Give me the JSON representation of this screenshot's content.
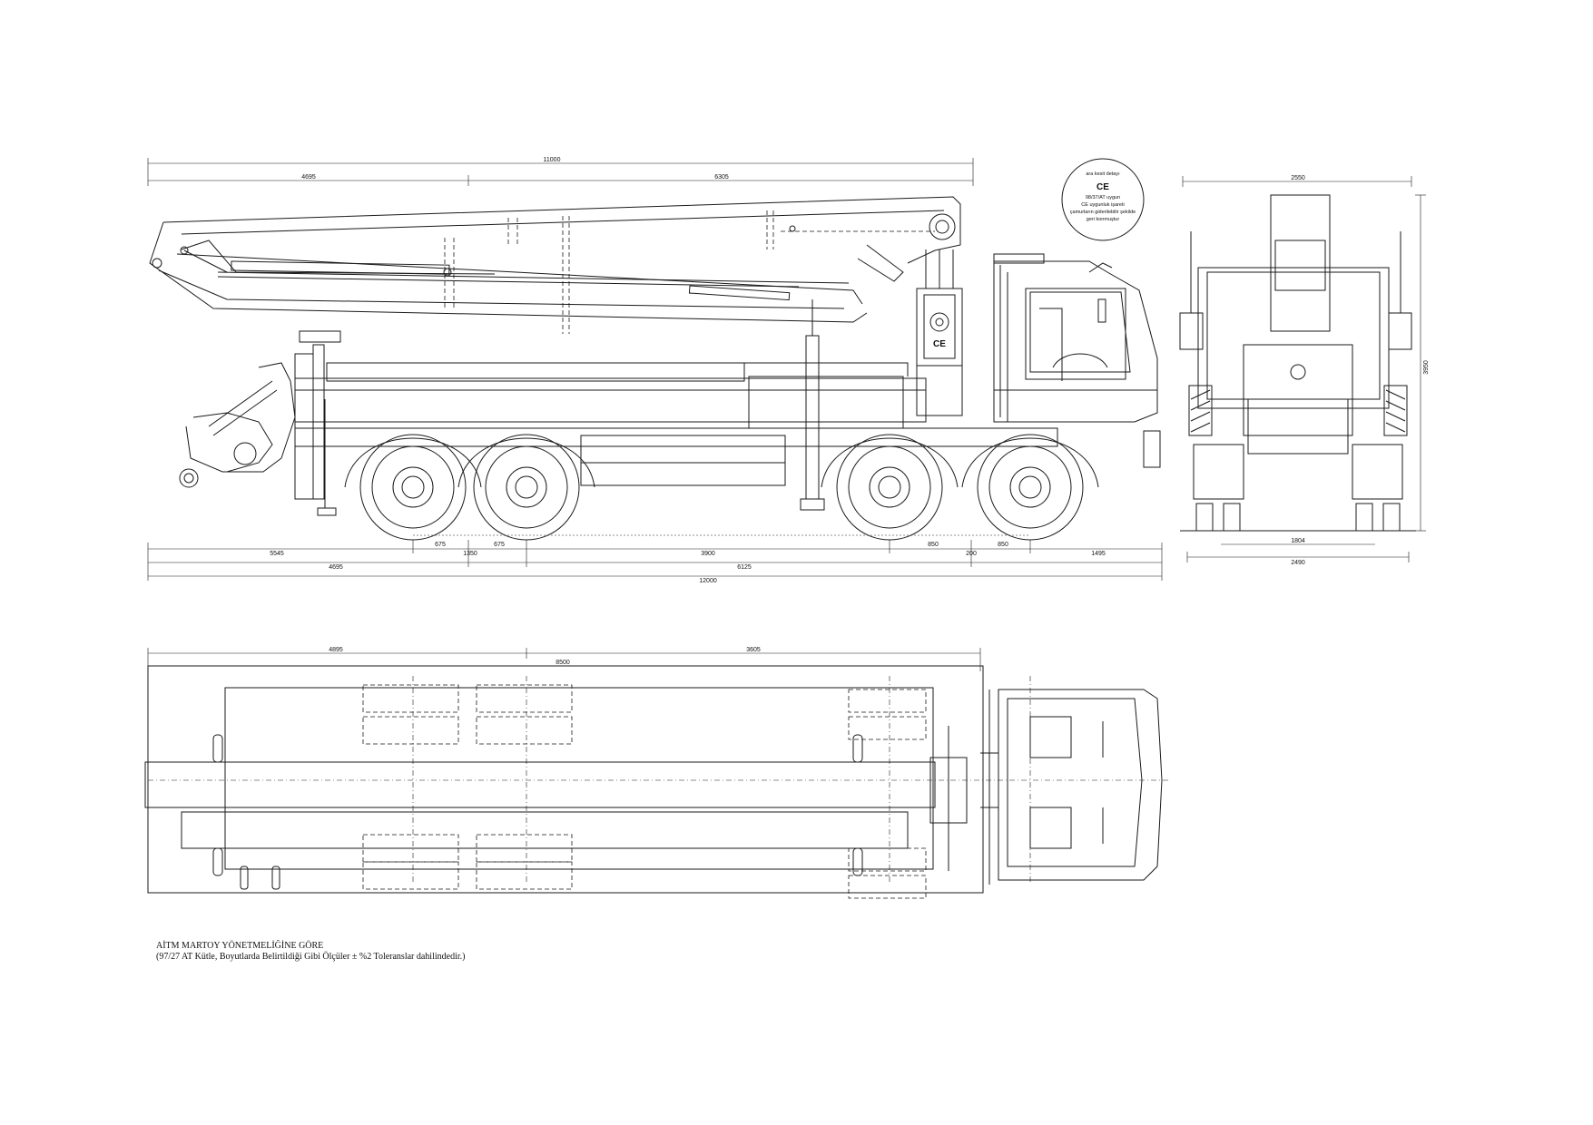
{
  "stamp": {
    "lines": [
      "ara kesit detayı",
      "CE",
      "98/37/AT uygun",
      "CE uygunluk işareti",
      "çamurların giderilebilir şekilde",
      "geri konmuştur"
    ]
  },
  "side_view": {
    "top_dims": {
      "total": "11000",
      "left": "4695",
      "right": "6305"
    },
    "bottom_dims": {
      "row1": [
        "5545",
        "675",
        "1350",
        "675",
        "3900",
        "850",
        "200",
        "850",
        "1495"
      ],
      "row2": [
        "4695",
        "6125"
      ],
      "total": "12000"
    }
  },
  "front_view": {
    "width_top": "2550",
    "height": "3950",
    "track": "1804",
    "width_bottom": "2490"
  },
  "top_view": {
    "dims_top": {
      "left": "4895",
      "right": "3605",
      "total": "8500"
    }
  },
  "footer": {
    "line1": "AİTM MARTOY YÖNETMELİĞİNE GÖRE",
    "line2": "(97/27 AT Kütle, Boyutlarda Belirtildiği Gibi Ölçüler  ± %2 Toleranslar dahilindedir.)"
  }
}
